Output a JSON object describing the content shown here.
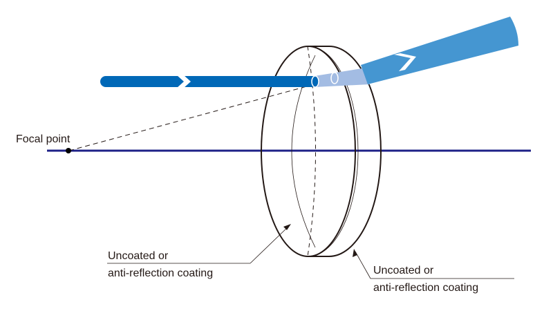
{
  "labels": {
    "focal_point": "Focal point",
    "coating_front_line1": "Uncoated or",
    "coating_front_line2": "anti-reflection coating",
    "coating_back_line1": "Uncoated or",
    "coating_back_line2": "anti-reflection coating"
  },
  "colors": {
    "incident_beam": "#0068b7",
    "beam_inside_lens": "#a3bce3",
    "diverging_beam": "#4596d1",
    "optical_axis": "#1d2087",
    "lens_outline": "#231815"
  }
}
